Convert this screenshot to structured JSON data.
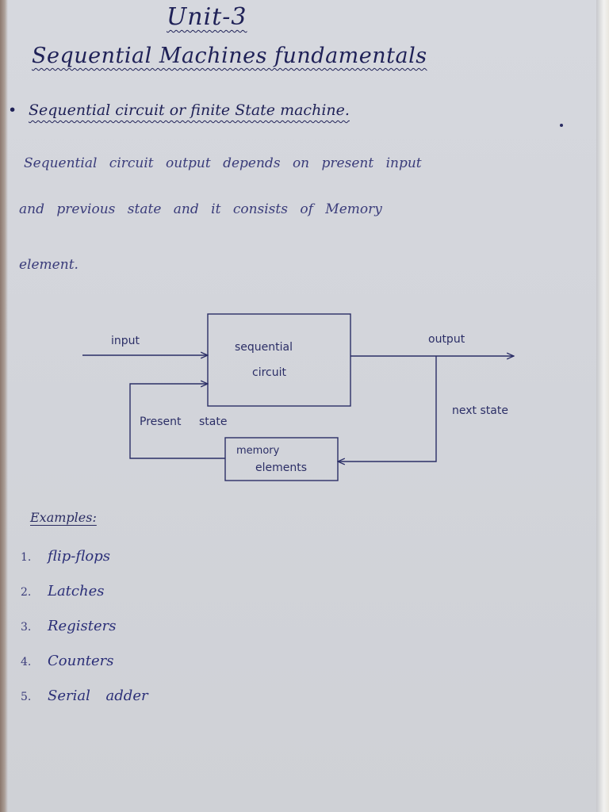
{
  "heading": {
    "unit": "Unit-3",
    "title": "Sequential Machines fundamentals"
  },
  "subtitle": "Sequential circuit or finite State machine.",
  "paragraph": {
    "line1": "Sequential circuit output depends on present input",
    "line2": "and previous state and it consists of Memory",
    "line3": "element."
  },
  "diagram": {
    "input_label": "input",
    "block_line1": "sequential",
    "block_line2": "circuit",
    "output_label": "output",
    "next_state_label": "next state",
    "present_state_label": "Present state",
    "memory_line1": "memory",
    "memory_line2": "elements"
  },
  "examples": {
    "heading": "Examples:",
    "items": [
      {
        "num": "1.",
        "text": "flip-flops"
      },
      {
        "num": "2.",
        "text": "Latches"
      },
      {
        "num": "3.",
        "text": "Registers"
      },
      {
        "num": "4.",
        "text": "Counters"
      },
      {
        "num": "5.",
        "text": "Serial adder"
      }
    ]
  }
}
